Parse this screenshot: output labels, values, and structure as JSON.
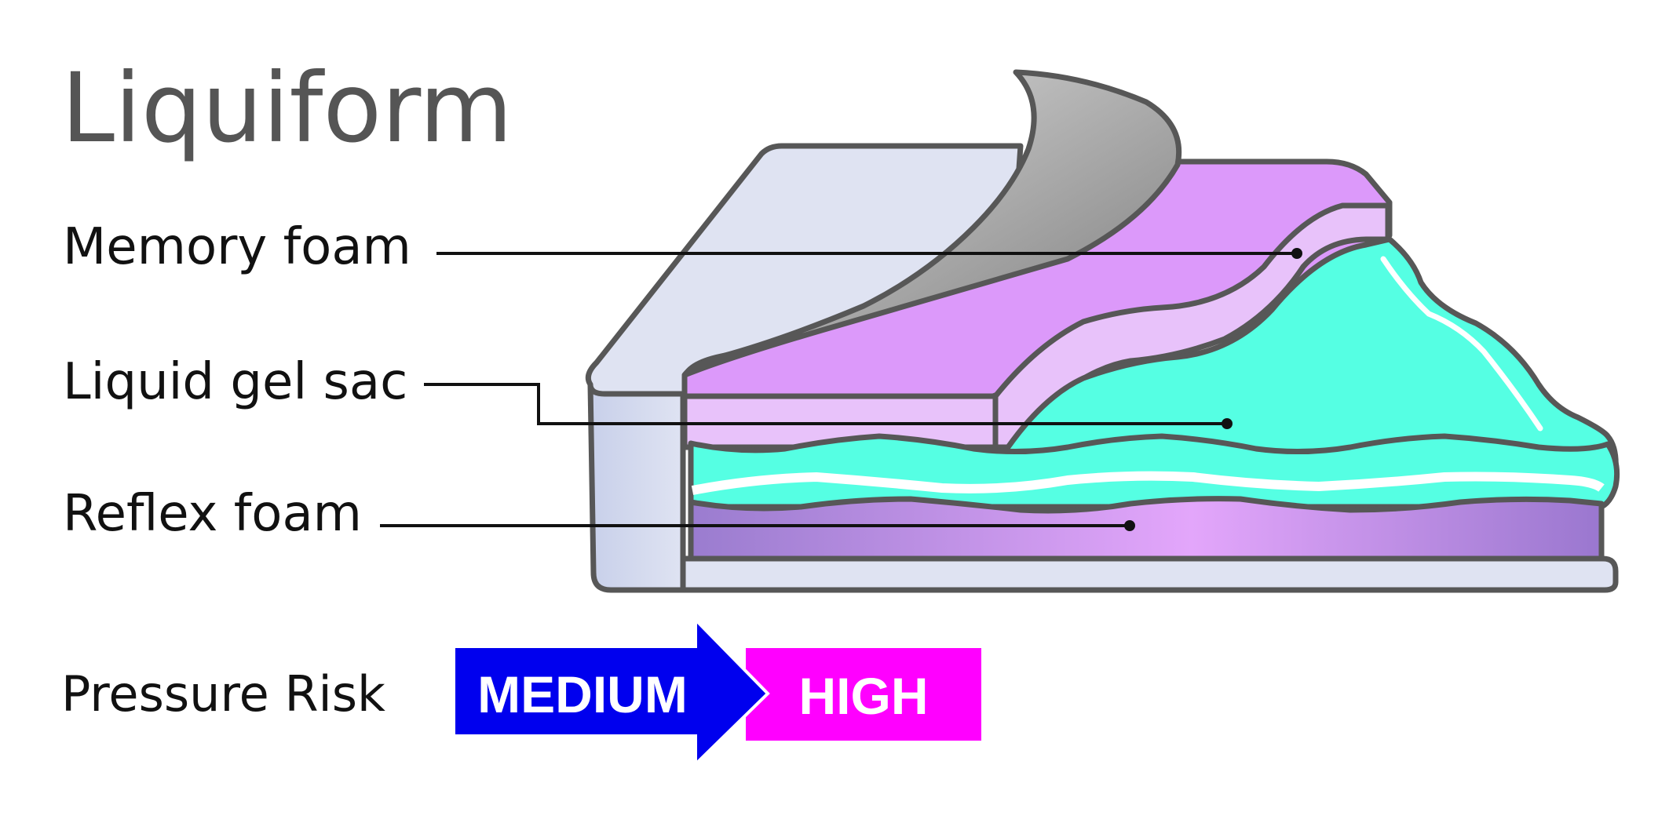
{
  "title": "Liquiform",
  "layers": [
    {
      "label": "Memory foam"
    },
    {
      "label": "Liquid gel sac"
    },
    {
      "label": "Reflex foam"
    }
  ],
  "pressure_risk": {
    "label": "Pressure Risk",
    "levels": [
      {
        "text": "MEDIUM",
        "color": "#0000ee"
      },
      {
        "text": "HIGH",
        "color": "#ff00ff"
      }
    ]
  },
  "colors": {
    "cover_side": "#dfe3f2",
    "memory_foam": "#dc99fa",
    "memory_foam_light": "#e8c2fa",
    "gel": "#55ffe3",
    "reflex_foam": "#b079e0",
    "outline": "#575757"
  }
}
